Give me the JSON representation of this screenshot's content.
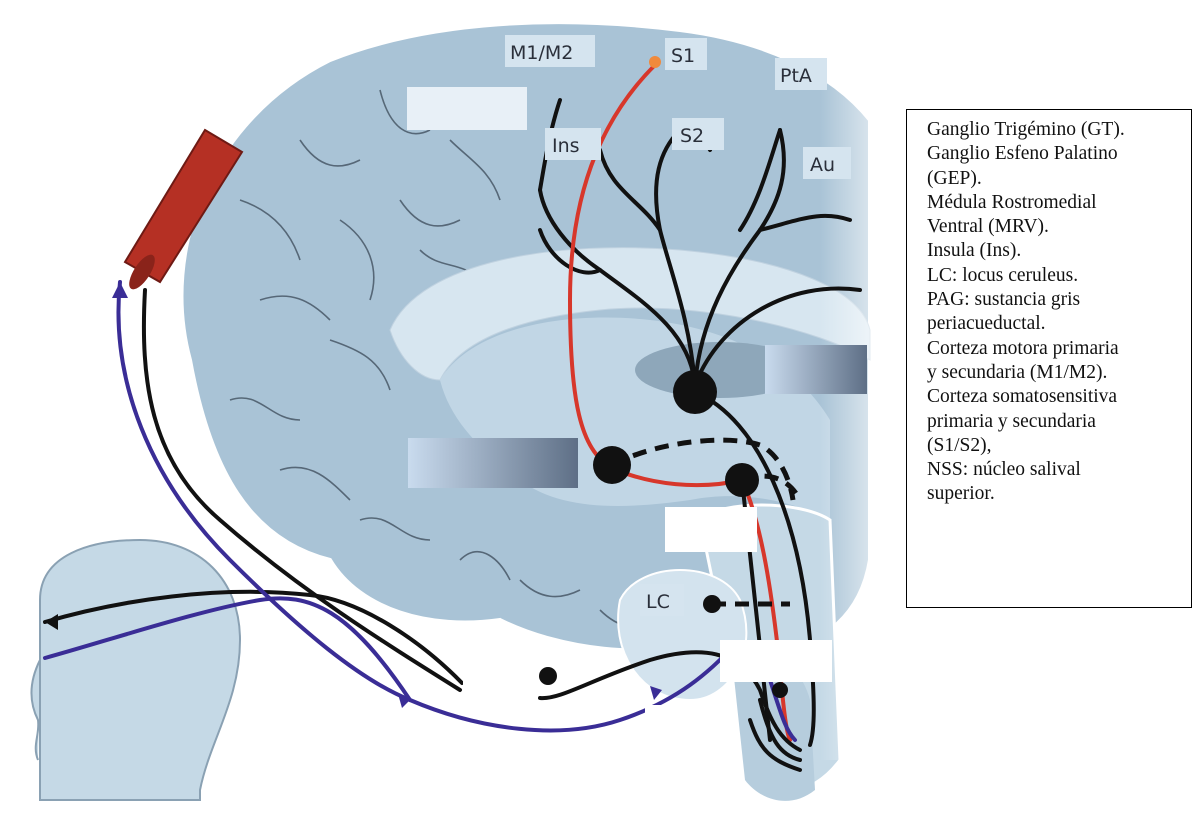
{
  "diagram": {
    "region_labels": {
      "m1m2": "M1/M2",
      "s1": "S1",
      "pta": "PtA",
      "ins": "Ins",
      "s2": "S2",
      "au": "Au",
      "lc": "LC"
    },
    "colors": {
      "brain": "#a9c3d6",
      "brain_light": "#d7e6f0",
      "skin": "#c5d9e6",
      "red_path": "#d7372b",
      "blue_path": "#3a2d96",
      "black_path": "#111111",
      "vessel": "#b53024",
      "label_box": "#e8f0f7"
    }
  },
  "legend": {
    "lines": [
      "Ganglio Trigémino (GT).",
      "Ganglio Esfeno Palatino",
      "(GEP).",
      "Médula Rostromedial",
      "Ventral (MRV).",
      "Insula (Ins).",
      "LC: locus ceruleus.",
      "PAG: sustancia gris",
      "periacueductal.",
      "Corteza motora primaria",
      "y secundaria (M1/M2).",
      "Corteza somatosensitiva",
      "primaria y secundaria",
      "(S1/S2),",
      "NSS: núcleo salival",
      "superior."
    ]
  }
}
